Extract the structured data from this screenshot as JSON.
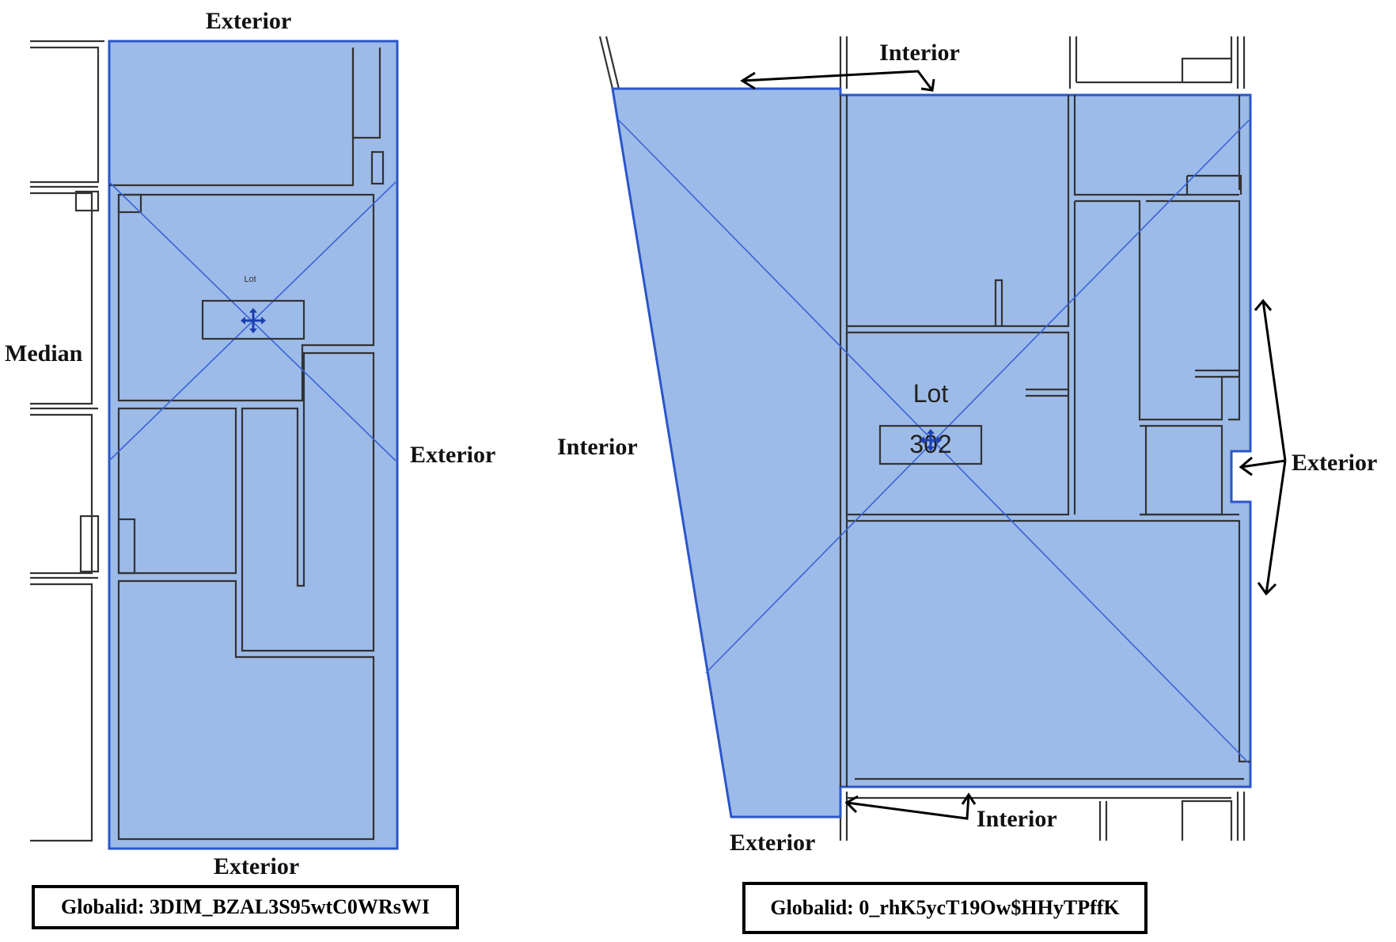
{
  "left_plan": {
    "label_top": "Exterior",
    "label_left": "Median",
    "label_right": "Exterior",
    "label_bottom": "Exterior",
    "lot_tag": "Lot",
    "globalid": "Globalid: 3DIM_BZAL3S95wtC0WRsWI"
  },
  "right_plan": {
    "label_top": "Interior",
    "label_left": "Interior",
    "label_right": "Exterior",
    "label_bottom_right": "Interior",
    "label_bottom_left": "Exterior",
    "lot_tag": "Lot",
    "lot_number": "302",
    "globalid": "Globalid: 0_rhK5ycT19Ow$HHyTPffK"
  },
  "colors": {
    "room_fill": "#9dbbe8",
    "room_edge": "#2b56c8",
    "walls": "#333333"
  },
  "icons": [
    "move-icon",
    "move-icon"
  ]
}
